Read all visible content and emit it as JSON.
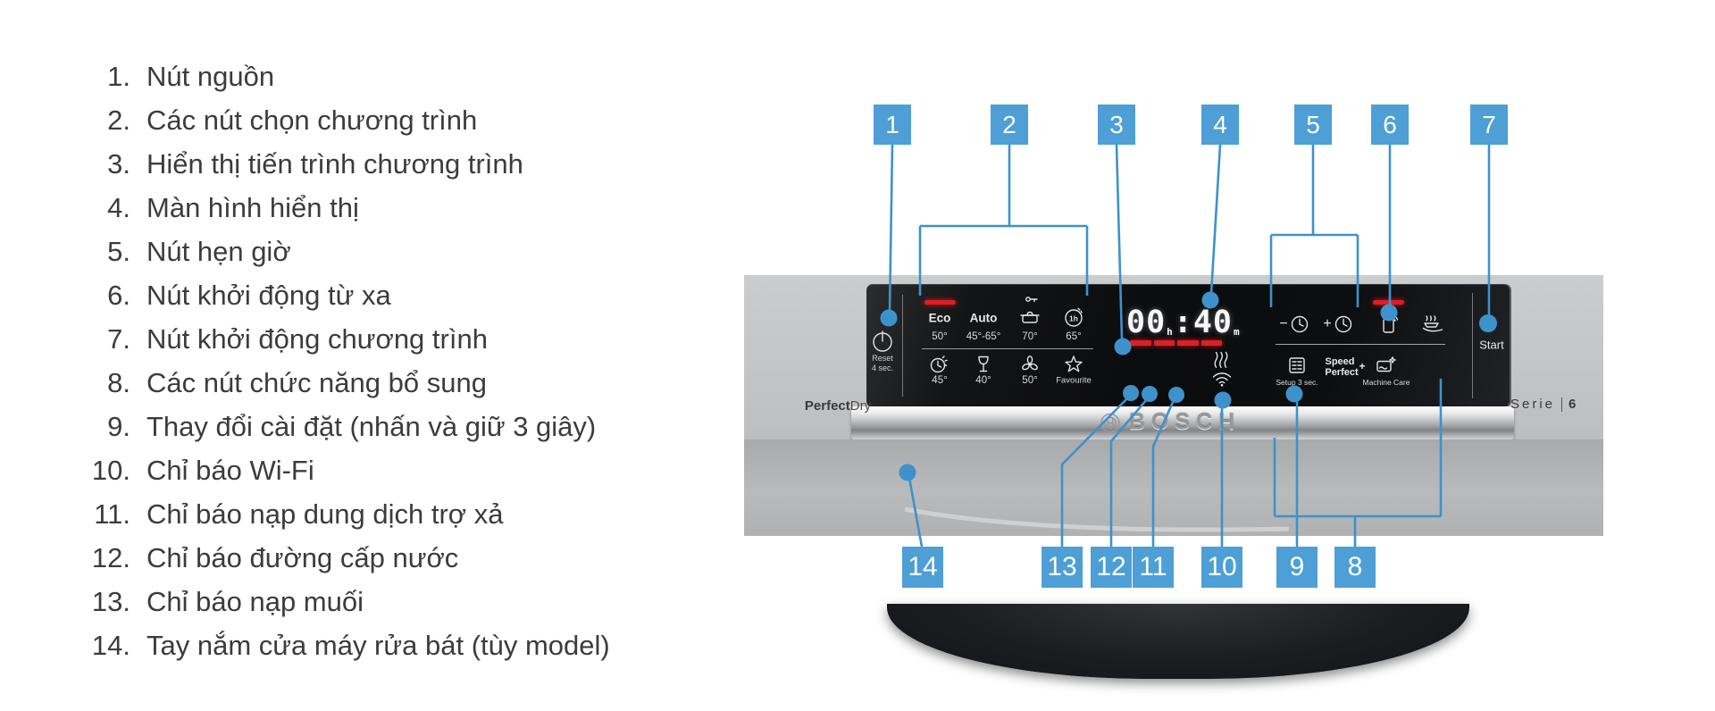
{
  "legend": {
    "items": [
      {
        "num": "1.",
        "label": "Nút nguồn"
      },
      {
        "num": "2.",
        "label": "Các nút chọn chương trình"
      },
      {
        "num": "3.",
        "label": "Hiển thị tiến trình chương trình"
      },
      {
        "num": "4.",
        "label": "Màn hình hiển thị"
      },
      {
        "num": "5.",
        "label": "Nút hẹn giờ"
      },
      {
        "num": "6.",
        "label": "Nút khởi động từ xa"
      },
      {
        "num": "7.",
        "label": "Nút khởi động chương trình"
      },
      {
        "num": "8.",
        "label": "Các nút chức năng bổ sung"
      },
      {
        "num": "9.",
        "label": "Thay đổi cài đặt (nhấn và giữ 3 giây)"
      },
      {
        "num": "10.",
        "label": "Chỉ báo Wi-Fi"
      },
      {
        "num": "11.",
        "label": "Chỉ báo nạp dung dịch trợ xả"
      },
      {
        "num": "12.",
        "label": "Chỉ báo đường cấp nước"
      },
      {
        "num": "13.",
        "label": "Chỉ báo nạp muối"
      },
      {
        "num": "14.",
        "label": "Tay nắm cửa máy rửa bát (tùy model)"
      }
    ]
  },
  "callouts": {
    "top": [
      "1",
      "2",
      "3",
      "4",
      "5",
      "6",
      "7"
    ],
    "bottom": [
      "14",
      "13",
      "12",
      "11",
      "10",
      "9",
      "8"
    ],
    "box_color": "#4d9fd6",
    "line_color": "#3e92cb"
  },
  "panel": {
    "power": {
      "reset_line1": "Reset",
      "reset_line2": "4 sec."
    },
    "programs": {
      "top": [
        {
          "name": "Eco",
          "temp": "50°"
        },
        {
          "name": "Auto",
          "temp": "45°-65°"
        },
        {
          "name": "",
          "temp": "70°"
        },
        {
          "name": "1h",
          "temp": "65°"
        }
      ],
      "bottom": [
        {
          "temp": "45°"
        },
        {
          "temp": "40°"
        },
        {
          "temp": "50°"
        },
        {
          "temp": "Favourite"
        }
      ]
    },
    "display": {
      "hours": "00",
      "colon": ":",
      "minutes": "40",
      "h": "h",
      "m": "m"
    },
    "timer": {
      "minus": "−",
      "plus": "+"
    },
    "functions": {
      "setup": "Setup 3 sec.",
      "speed": "Speed",
      "plus": "+",
      "perfect": "Perfect",
      "machine_care": "Machine Care"
    },
    "start": "Start",
    "branding": {
      "perfect": "Perfect",
      "dry": "Dry",
      "serie": "Serie",
      "serie_num": "6",
      "bosch": "BOSCH"
    },
    "led_red": "#e01c24"
  }
}
